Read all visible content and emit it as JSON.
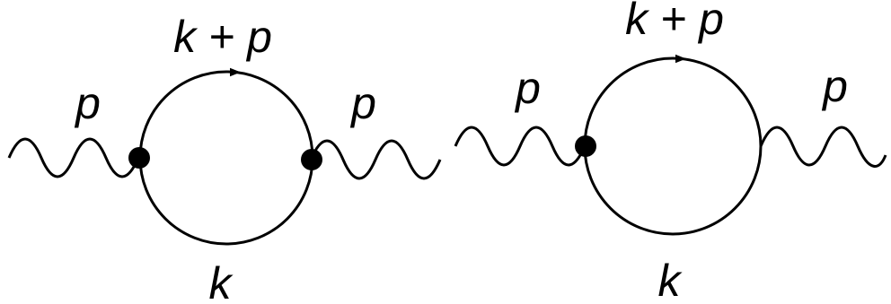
{
  "colors": {
    "stroke": "#000000",
    "background": "#ffffff"
  },
  "diagrams": [
    {
      "labels": {
        "top": "k + p",
        "bottom": "k",
        "left": "p",
        "right": "p"
      },
      "vertex_dots": [
        "left",
        "right"
      ]
    },
    {
      "labels": {
        "top": "k + p",
        "bottom": "k",
        "left": "p",
        "right": "p"
      },
      "vertex_dots": [
        "left"
      ]
    }
  ]
}
